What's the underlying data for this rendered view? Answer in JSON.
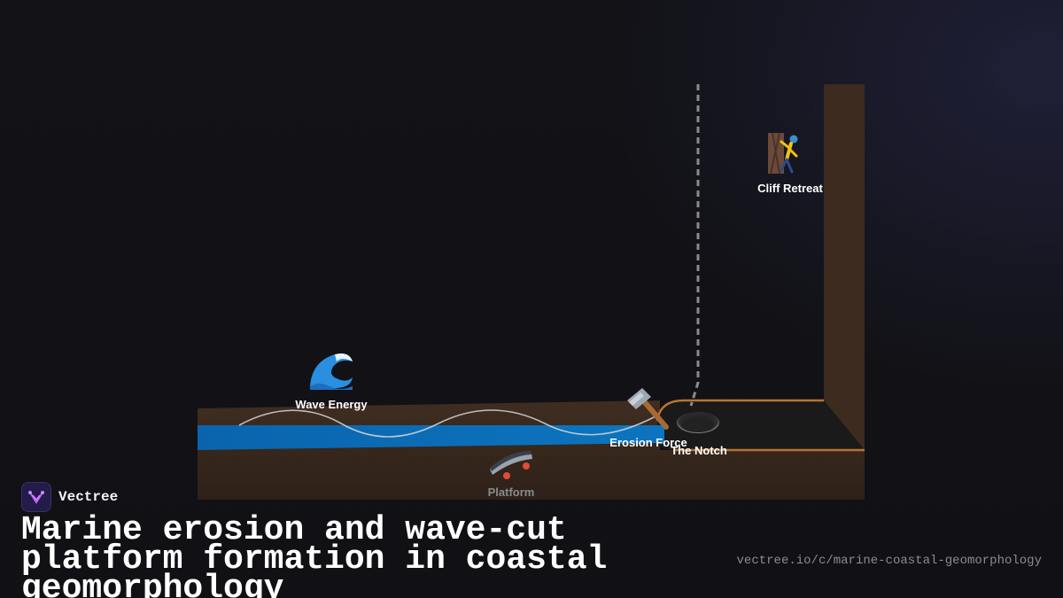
{
  "diagram": {
    "labels": {
      "wave_energy": "Wave Energy",
      "erosion_force": "Erosion Force",
      "the_notch": "The Notch",
      "platform": "Platform",
      "cliff_retreat": "Cliff Retreat"
    },
    "icons": {
      "wave": "wave-icon",
      "hammer": "hammer-icon",
      "notch": "hole-icon",
      "skateboard": "skateboard-icon",
      "climber": "climber-icon"
    },
    "colors": {
      "background": "#111116",
      "rock": "#3d2b1f",
      "cliff_edge": "#b87333",
      "sea": "#0a6fb8",
      "notch_cavity": "#1a1a1a"
    }
  },
  "brand": {
    "name": "Vectree"
  },
  "footer": {
    "title": "Marine erosion and wave-cut platform formation in coastal geomorphology",
    "url": "vectree.io/c/marine-coastal-geomorphology"
  }
}
